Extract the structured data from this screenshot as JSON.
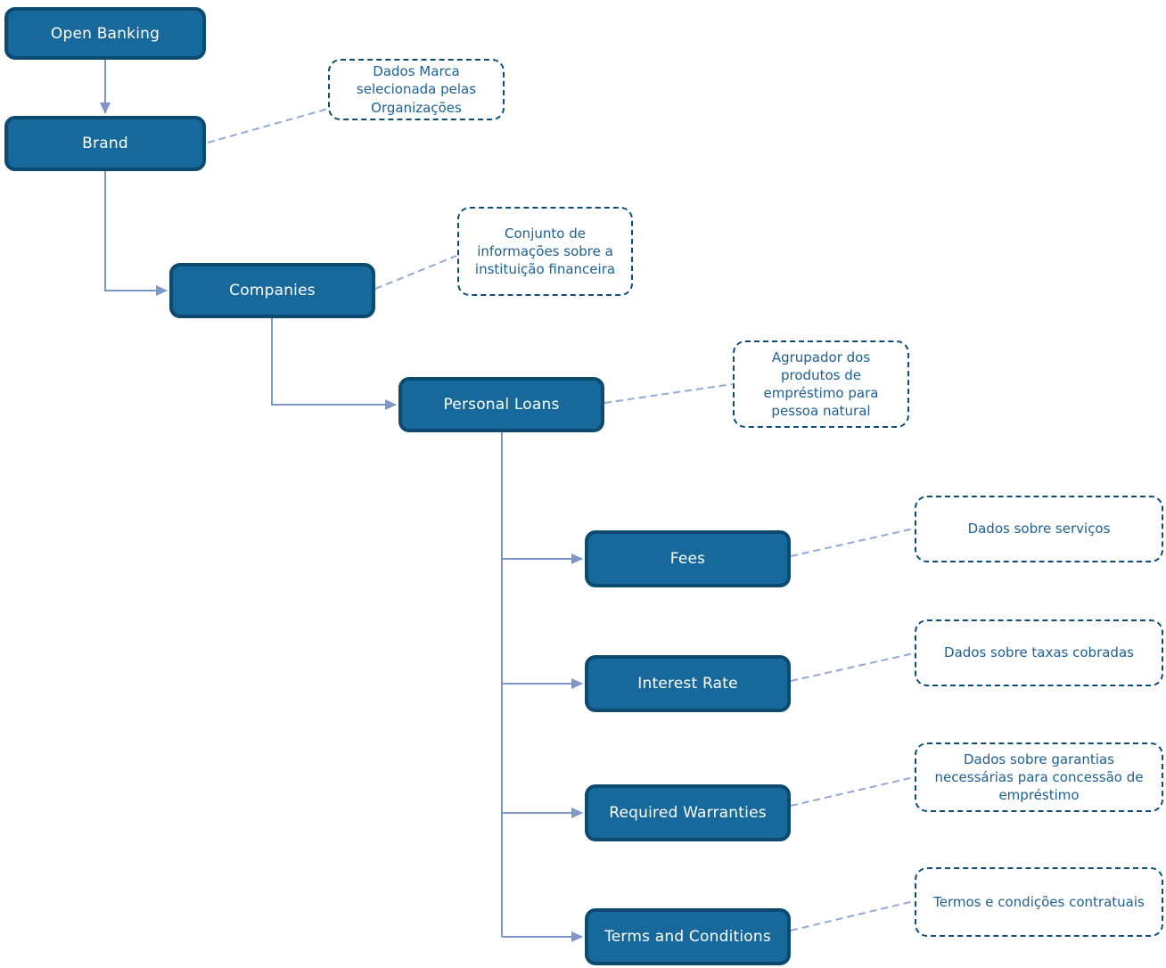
{
  "nodes": {
    "open_banking": "Open Banking",
    "brand": "Brand",
    "companies": "Companies",
    "personal_loans": "Personal Loans",
    "fees": "Fees",
    "interest_rate": "Interest Rate",
    "required_warranties": "Required Warranties",
    "terms_and_conditions": "Terms and Conditions"
  },
  "notes": {
    "brand": "Dados Marca selecionada pelas Organizações",
    "companies": "Conjunto de informações sobre a instituição financeira",
    "personal_loans": "Agrupador dos produtos de empréstimo para pessoa natural",
    "fees": "Dados sobre serviços",
    "interest_rate": "Dados sobre taxas cobradas",
    "required_warranties": "Dados sobre garantias necessárias para concessão de empréstimo",
    "terms_and_conditions": "Termos e condições contratuais"
  },
  "colors": {
    "node_fill": "#17699c",
    "node_border": "#0c4a70",
    "node_text": "#ffffff",
    "note_border": "#0e4d73",
    "note_text": "#1d6093",
    "connector": "#7e95ca",
    "connector_dashed": "#93a8d8"
  }
}
